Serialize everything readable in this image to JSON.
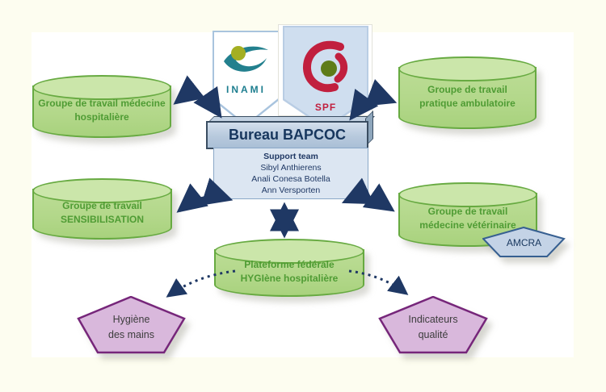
{
  "title": "BAPCOC organisation diagram",
  "logos": {
    "inami": {
      "label": "INAMI"
    },
    "spf": {
      "label": "SPF"
    }
  },
  "bureau": {
    "title": "Bureau BAPCOC"
  },
  "support": {
    "heading": "Support team",
    "members": [
      "Sibyl Anthierens",
      "Anali Conesa Botella",
      "Ann Versporten"
    ]
  },
  "cylinders": {
    "hospital": {
      "label": "Groupe de travail médecine hospitalière"
    },
    "ambulatory": {
      "line1": "Groupe de travail",
      "line2": "pratique ambulatoire"
    },
    "sensibilisation": {
      "line1": "Groupe de travail",
      "line2": "SENSIBILISATION"
    },
    "veterinary": {
      "line1": "Groupe de travail",
      "line2": "médecine vétérinaire"
    },
    "platform": {
      "line1": "Plateforme fédérale",
      "line2": "HYGIène hospitalière"
    }
  },
  "pentagons": {
    "amcra": {
      "label": "AMCRA"
    },
    "hands": {
      "line1": "Hygiène",
      "line2": "des mains"
    },
    "quality": {
      "line1": "Indicateurs",
      "line2": "qualité"
    }
  },
  "colors": {
    "background": "#fdfdf0",
    "panel": "#ffffff",
    "cylinder_fill": "#b2d789",
    "cylinder_border": "#67aa41",
    "cylinder_text": "#4f9c34",
    "arrow_navy": "#1f3864",
    "bureau_text": "#17365d",
    "purple_fill": "#d9b8dc",
    "purple_border": "#76267a",
    "amcra_fill": "#c4d3e6",
    "amcra_border": "#365f91",
    "inami_teal": "#1d7e8f",
    "spf_red": "#c11f3e",
    "olive": "#a4af22"
  }
}
